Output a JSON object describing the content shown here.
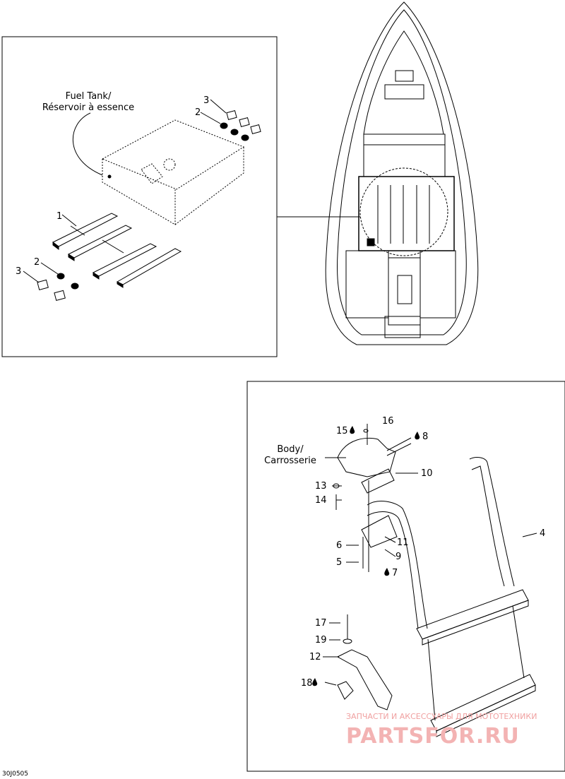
{
  "callouts": {
    "fuel_tank": "Fuel Tank/",
    "fuel_tank_fr": "Réservoir à essence",
    "body": "Body/",
    "body_fr": "Carrosserie"
  },
  "part_numbers": {
    "p1": "1",
    "p2a": "2",
    "p3a": "3",
    "p2b": "2",
    "p3b": "3",
    "p4": "4",
    "p5": "5",
    "p6": "6",
    "p7": "7",
    "p8": "8",
    "p9": "9",
    "p10": "10",
    "p11": "11",
    "p12": "12",
    "p13": "13",
    "p14": "14",
    "p15": "15",
    "p16": "16",
    "p17": "17",
    "p18": "18",
    "p19": "19"
  },
  "watermark": {
    "tagline": "ЗАПЧАСТИ И АКСЕССУАРЫ ДЛЯ МОТОТЕХНИКИ",
    "brand": "PARTSFOR.RU"
  },
  "drawing_code": "30J0505"
}
